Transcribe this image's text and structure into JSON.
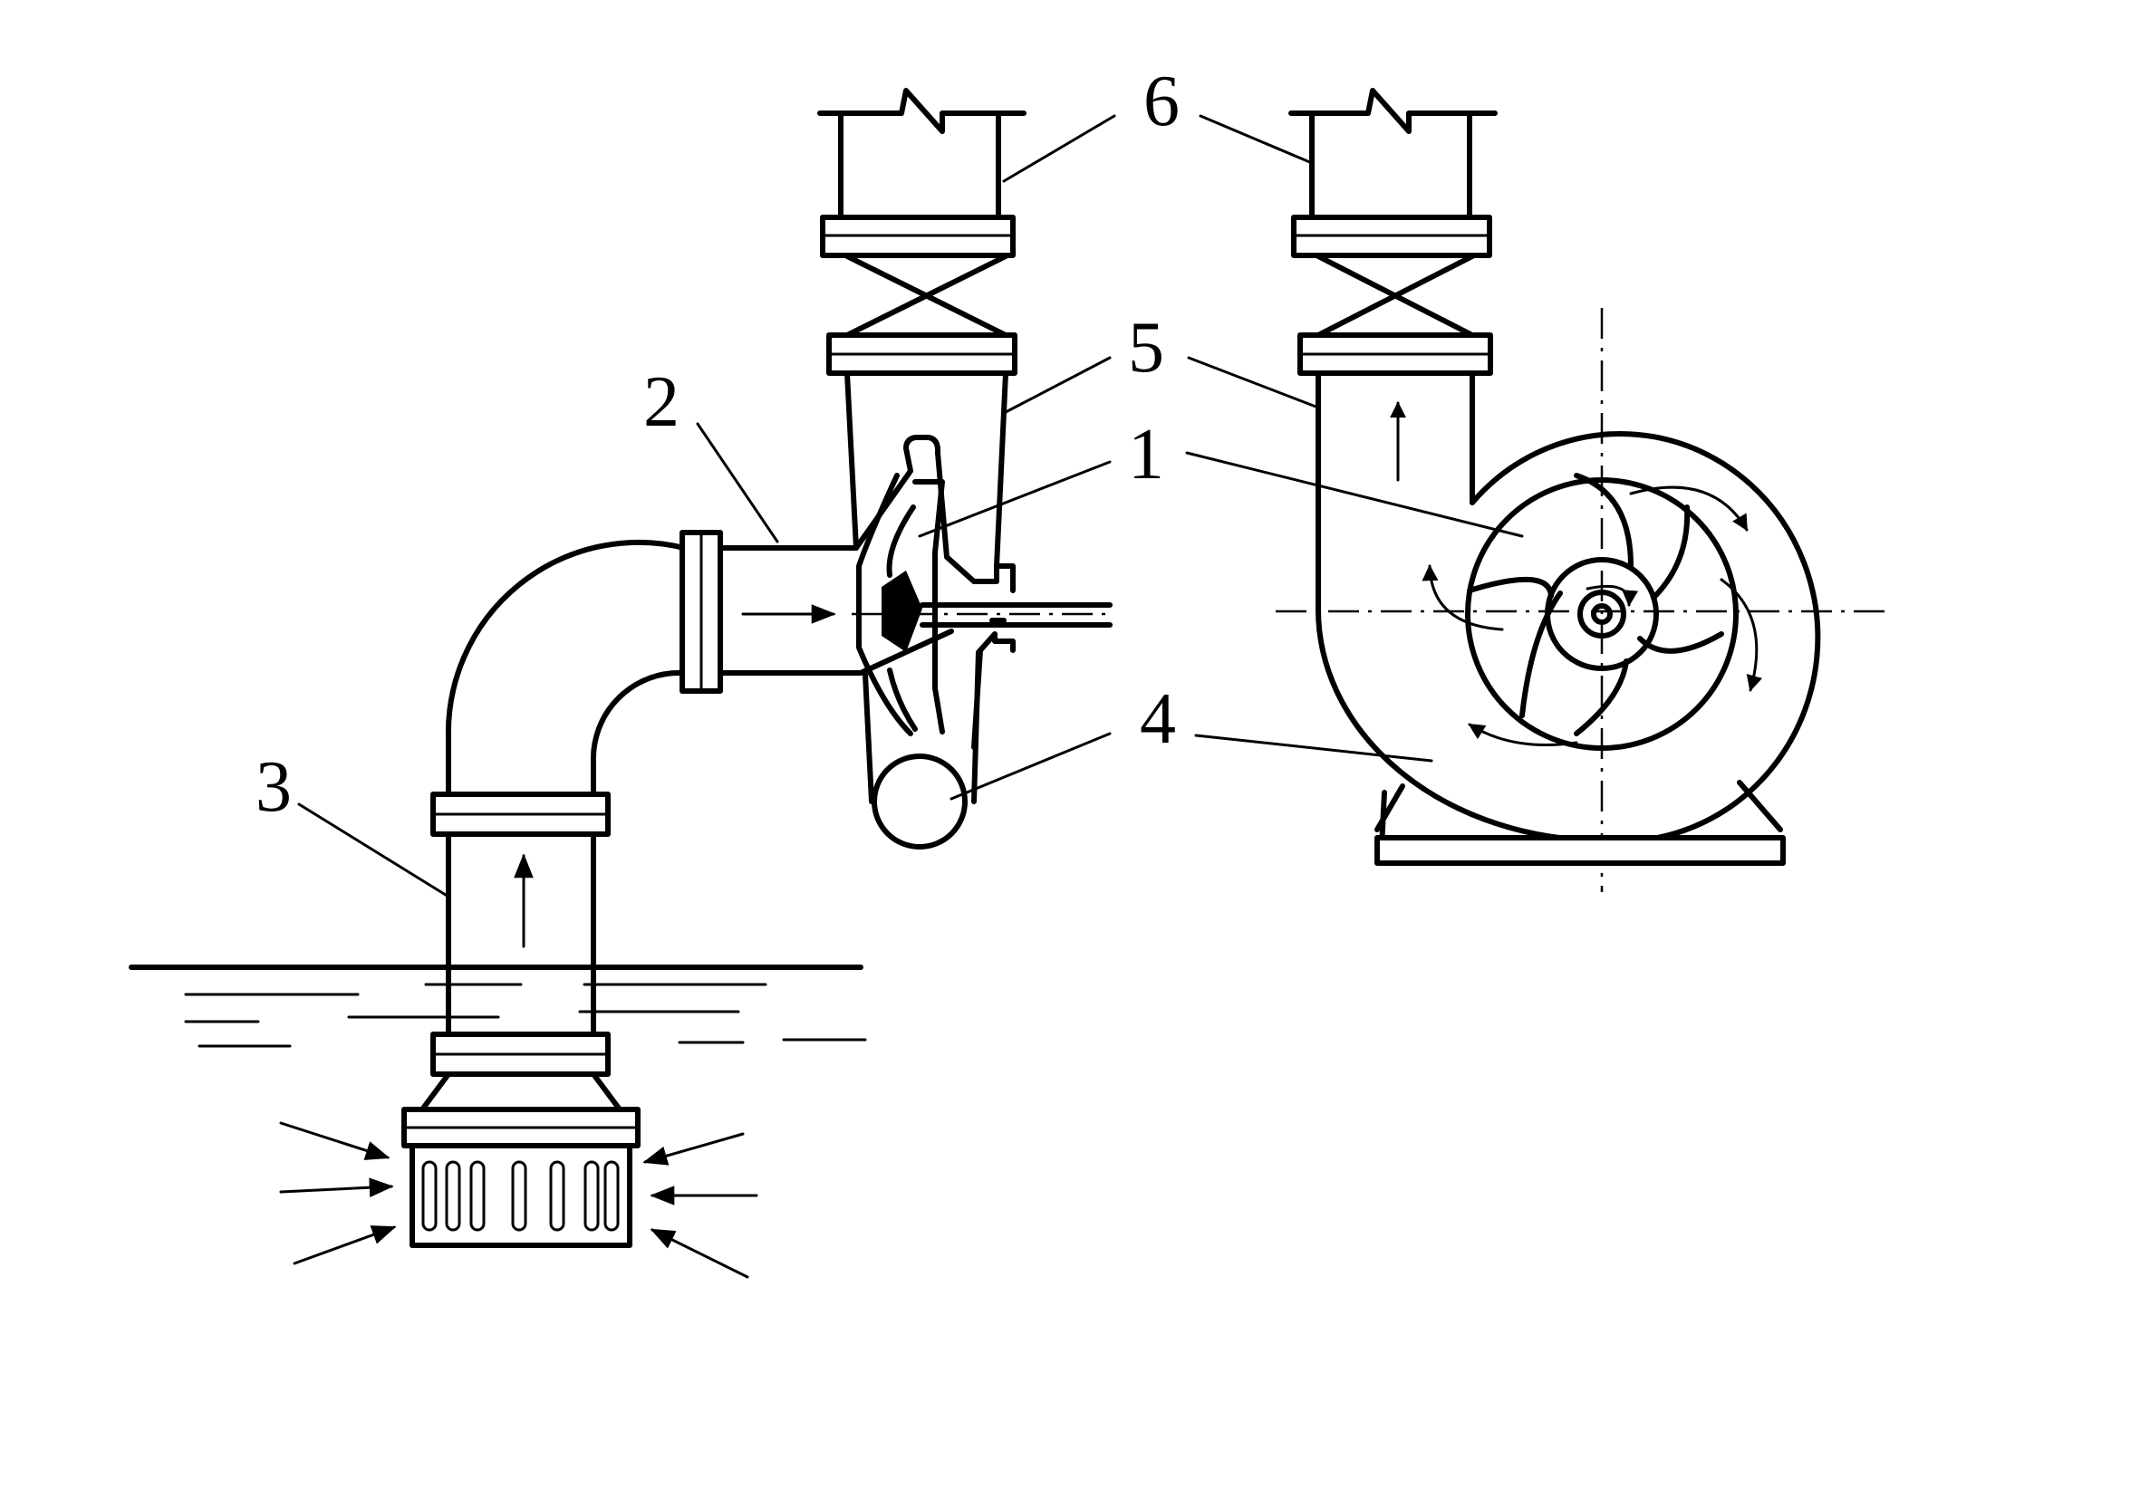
{
  "labels": {
    "impeller": "1",
    "inlet_pipe": "2",
    "suction_pipe": "3",
    "volute_casing": "4",
    "outlet_pipe": "5",
    "discharge_pipe": "6"
  },
  "colors": {
    "line": "#000000",
    "background": "#ffffff"
  }
}
